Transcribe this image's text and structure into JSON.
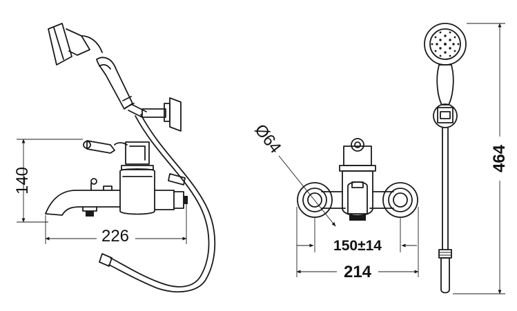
{
  "colors": {
    "line": "#1a1a1a",
    "background": "#ffffff"
  },
  "dimensions": {
    "side_height": "140",
    "side_width": "226",
    "diameter": "Ø64",
    "centers": "150±14",
    "front_width": "214",
    "total_height": "464"
  }
}
